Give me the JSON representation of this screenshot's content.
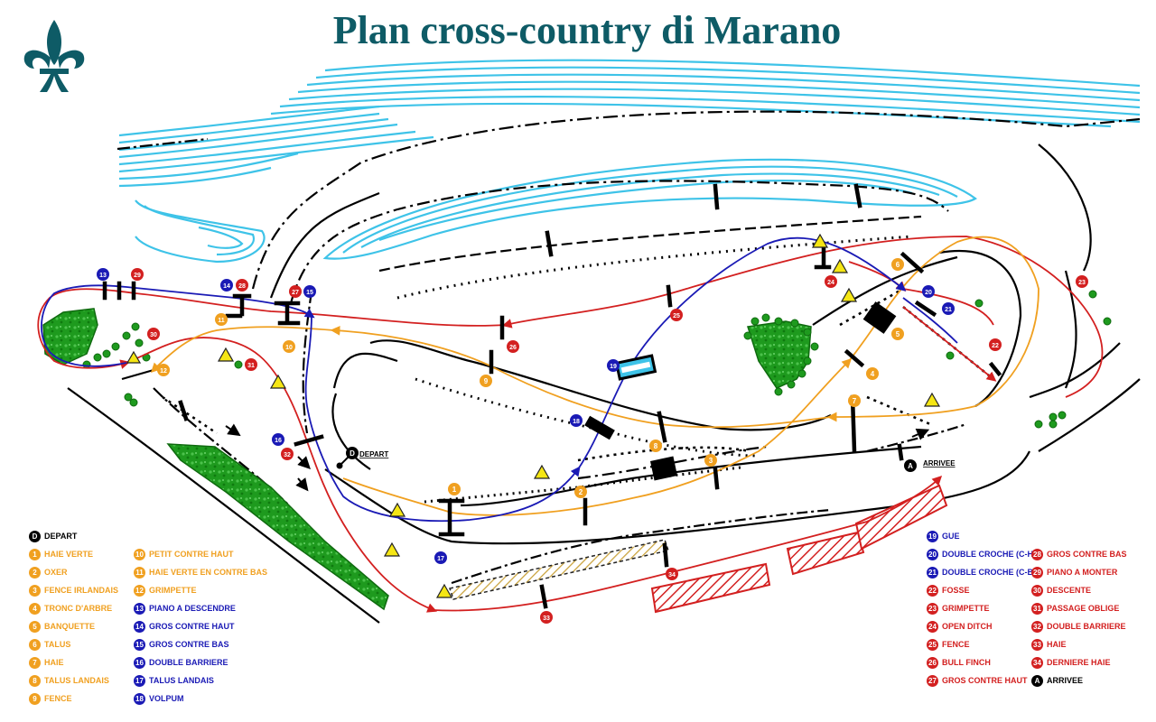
{
  "title": "Plan cross-country di Marano",
  "logo_icon": "fleur-de-lis-icon",
  "colors": {
    "title": "#0e5b66",
    "water": "#3ec3e8",
    "orange": "#f0a020",
    "blue": "#1a1ab5",
    "red": "#d32020",
    "green": "#1e9a1e",
    "black": "#000000",
    "yellow_marker": "#f5e614"
  },
  "map_labels": {
    "depart": "DEPART",
    "arrivee": "ARRIVEE",
    "depart_letter": "D",
    "arrivee_letter": "A"
  },
  "legend": [
    {
      "num": "D",
      "label": "DEPART",
      "color": "black"
    },
    {
      "num": "1",
      "label": "HAIE VERTE",
      "color": "orange"
    },
    {
      "num": "2",
      "label": "OXER",
      "color": "orange"
    },
    {
      "num": "3",
      "label": "FENCE IRLANDAIS",
      "color": "orange"
    },
    {
      "num": "4",
      "label": "TRONC D'ARBRE",
      "color": "orange"
    },
    {
      "num": "5",
      "label": "BANQUETTE",
      "color": "orange"
    },
    {
      "num": "6",
      "label": "TALUS",
      "color": "orange"
    },
    {
      "num": "7",
      "label": "HAIE",
      "color": "orange"
    },
    {
      "num": "8",
      "label": "TALUS LANDAIS",
      "color": "orange"
    },
    {
      "num": "9",
      "label": "FENCE",
      "color": "orange"
    },
    {
      "num": "10",
      "label": "PETIT CONTRE HAUT",
      "color": "orange"
    },
    {
      "num": "11",
      "label": "HAIE VERTE EN CONTRE BAS",
      "color": "orange"
    },
    {
      "num": "12",
      "label": "GRIMPETTE",
      "color": "orange"
    },
    {
      "num": "13",
      "label": "PIANO A DESCENDRE",
      "color": "blue"
    },
    {
      "num": "14",
      "label": "GROS CONTRE HAUT",
      "color": "blue"
    },
    {
      "num": "15",
      "label": "GROS CONTRE BAS",
      "color": "blue"
    },
    {
      "num": "16",
      "label": "DOUBLE BARRIERE",
      "color": "blue"
    },
    {
      "num": "17",
      "label": "TALUS LANDAIS",
      "color": "blue"
    },
    {
      "num": "18",
      "label": "VOLPUM",
      "color": "blue"
    },
    {
      "num": "19",
      "label": "GUE",
      "color": "blue"
    },
    {
      "num": "20",
      "label": "DOUBLE CROCHE (C-H)",
      "color": "blue"
    },
    {
      "num": "21",
      "label": "DOUBLE CROCHE (C-B)",
      "color": "blue"
    },
    {
      "num": "22",
      "label": "FOSSE",
      "color": "red"
    },
    {
      "num": "23",
      "label": "GRIMPETTE",
      "color": "red"
    },
    {
      "num": "24",
      "label": "OPEN DITCH",
      "color": "red"
    },
    {
      "num": "25",
      "label": "FENCE",
      "color": "red"
    },
    {
      "num": "26",
      "label": "BULL FINCH",
      "color": "red"
    },
    {
      "num": "27",
      "label": "GROS CONTRE HAUT",
      "color": "red"
    },
    {
      "num": "28",
      "label": "GROS CONTRE BAS",
      "color": "red"
    },
    {
      "num": "29",
      "label": "PIANO A MONTER",
      "color": "red"
    },
    {
      "num": "30",
      "label": "DESCENTE",
      "color": "red"
    },
    {
      "num": "31",
      "label": "PASSAGE OBLIGE",
      "color": "red"
    },
    {
      "num": "32",
      "label": "DOUBLE BARRIERE",
      "color": "red"
    },
    {
      "num": "33",
      "label": "HAIE",
      "color": "red"
    },
    {
      "num": "34",
      "label": "DERNIERE HAIE",
      "color": "red"
    },
    {
      "num": "A",
      "label": "ARRIVEE",
      "color": "black"
    }
  ],
  "obstacle_markers": [
    {
      "num": "1",
      "color": "orange"
    },
    {
      "num": "2",
      "color": "orange"
    },
    {
      "num": "3",
      "color": "orange"
    },
    {
      "num": "4",
      "color": "orange"
    },
    {
      "num": "5",
      "color": "orange"
    },
    {
      "num": "6",
      "color": "orange"
    },
    {
      "num": "7",
      "color": "orange"
    },
    {
      "num": "8",
      "color": "orange"
    },
    {
      "num": "9",
      "color": "orange"
    },
    {
      "num": "10",
      "color": "orange"
    },
    {
      "num": "11",
      "color": "orange"
    },
    {
      "num": "12",
      "color": "orange"
    },
    {
      "num": "13",
      "color": "blue"
    },
    {
      "num": "14",
      "color": "blue"
    },
    {
      "num": "15",
      "color": "blue"
    },
    {
      "num": "16",
      "color": "blue"
    },
    {
      "num": "17",
      "color": "blue"
    },
    {
      "num": "18",
      "color": "blue"
    },
    {
      "num": "19",
      "color": "blue"
    },
    {
      "num": "20",
      "color": "blue"
    },
    {
      "num": "21",
      "color": "blue"
    },
    {
      "num": "22",
      "color": "red"
    },
    {
      "num": "23",
      "color": "red"
    },
    {
      "num": "24",
      "color": "red"
    },
    {
      "num": "25",
      "color": "red"
    },
    {
      "num": "26",
      "color": "red"
    },
    {
      "num": "27",
      "color": "red"
    },
    {
      "num": "28",
      "color": "red"
    },
    {
      "num": "29",
      "color": "red"
    },
    {
      "num": "30",
      "color": "red"
    },
    {
      "num": "31",
      "color": "red"
    },
    {
      "num": "32",
      "color": "red"
    },
    {
      "num": "33",
      "color": "red"
    },
    {
      "num": "34",
      "color": "red"
    }
  ]
}
